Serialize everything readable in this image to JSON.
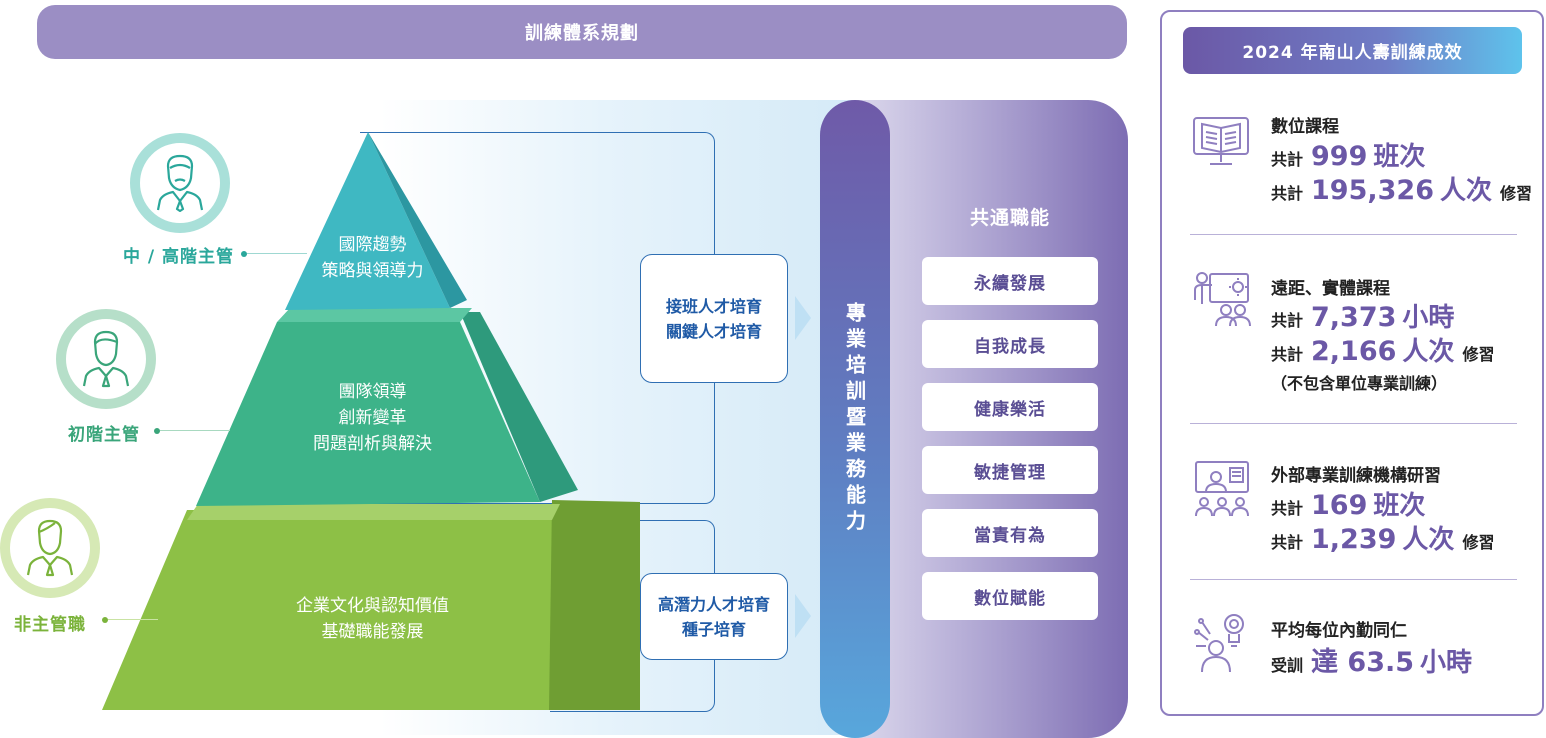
{
  "header": {
    "title": "訓練體系規劃"
  },
  "pyramid": {
    "top": {
      "lines": [
        "國際趨勢",
        "策略與領導力"
      ]
    },
    "middle": {
      "lines": [
        "團隊領導",
        "創新變革",
        "問題剖析與解決"
      ]
    },
    "bottom": {
      "lines": [
        "企業文化與認知價值",
        "基礎職能發展"
      ]
    }
  },
  "levels": {
    "senior": "中 / 高階主管",
    "junior": "初階主管",
    "staff": "非主管職"
  },
  "talent": {
    "upper": {
      "line1": "接班人才培育",
      "line2": "關鍵人才培育"
    },
    "lower": {
      "line1": "高潛力人才培育",
      "line2": "種子培育"
    }
  },
  "professional": {
    "label": "專業培訓暨業務能力"
  },
  "common": {
    "title": "共通職能",
    "items": [
      "永續發展",
      "自我成長",
      "健康樂活",
      "敏捷管理",
      "當責有為",
      "數位賦能"
    ]
  },
  "results": {
    "title": "2024 年南山人壽訓練成效",
    "digital": {
      "icon": "elearning-icon",
      "heading": "數位課程",
      "row1": {
        "prefix": "共計",
        "value": "999",
        "unit": "班次"
      },
      "row2": {
        "prefix": "共計",
        "value": "195,326",
        "unit": "人次",
        "suffix": "修習"
      }
    },
    "remote": {
      "icon": "classroom-icon",
      "heading": "遠距、實體課程",
      "row1": {
        "prefix": "共計",
        "value": "7,373",
        "unit": "小時"
      },
      "row2": {
        "prefix": "共計",
        "value": "2,166",
        "unit": "人次",
        "suffix": "修習"
      },
      "note": "（不包含單位專業訓練）"
    },
    "external": {
      "icon": "presentation-icon",
      "heading": "外部專業訓練機構研習",
      "row1": {
        "prefix": "共計",
        "value": "169",
        "unit": "班次"
      },
      "row2": {
        "prefix": "共計",
        "value": "1,239",
        "unit": "人次",
        "suffix": "修習"
      }
    },
    "average": {
      "icon": "learner-idea-icon",
      "heading": "平均每位內勤同仁",
      "row1": {
        "prefix": "受訓",
        "value": "達 63.5",
        "unit": "小時"
      }
    }
  },
  "colors": {
    "header": "#9b8ec4",
    "teal": "#3fb8c2",
    "green": "#3db389",
    "lime": "#8dc046",
    "purple": "#6b58a6",
    "blue": "#2f6fb3"
  }
}
